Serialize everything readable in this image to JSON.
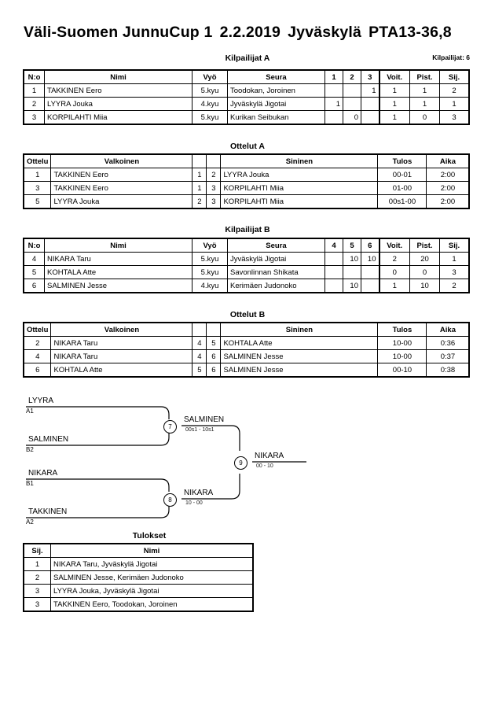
{
  "header": {
    "title_parts": [
      "Väli-Suomen JunnuCup 1",
      "2.2.2019",
      "Jyväskylä",
      "PTA13-36,8"
    ],
    "entrant_count": "Kilpailijat: 6"
  },
  "pool_a": {
    "title": "Kilpailijat A",
    "columns": [
      "N:o",
      "Nimi",
      "Vyö",
      "Seura",
      "1",
      "2",
      "3",
      "Voit.",
      "Pist.",
      "Sij."
    ],
    "rows": [
      {
        "no": "1",
        "name": "TAKKINEN Eero",
        "belt": "5.kyu",
        "club": "Toodokan, Joroinen",
        "s1": "",
        "s2": "",
        "s3": "1",
        "wins": "1",
        "points": "1",
        "rank": "2"
      },
      {
        "no": "2",
        "name": "LYYRA Jouka",
        "belt": "4.kyu",
        "club": "Jyväskylä Jigotai",
        "s1": "1",
        "s2": "",
        "s3": "",
        "wins": "1",
        "points": "1",
        "rank": "1"
      },
      {
        "no": "3",
        "name": "KORPILAHTI Miia",
        "belt": "5.kyu",
        "club": "Kurikan Seibukan",
        "s1": "",
        "s2": "0",
        "s3": "",
        "wins": "1",
        "points": "0",
        "rank": "3"
      }
    ]
  },
  "matches_a": {
    "title": "Ottelut A",
    "columns": [
      "Ottelu",
      "Valkoinen",
      "",
      "",
      "Sininen",
      "Tulos",
      "Aika"
    ],
    "rows": [
      {
        "no": "1",
        "white": "TAKKINEN Eero",
        "wn": "1",
        "bn": "2",
        "blue": "LYYRA Jouka",
        "result": "00-01",
        "time": "2:00"
      },
      {
        "no": "3",
        "white": "TAKKINEN Eero",
        "wn": "1",
        "bn": "3",
        "blue": "KORPILAHTI Miia",
        "result": "01-00",
        "time": "2:00"
      },
      {
        "no": "5",
        "white": "LYYRA Jouka",
        "wn": "2",
        "bn": "3",
        "blue": "KORPILAHTI Miia",
        "result": "00s1-00",
        "time": "2:00"
      }
    ]
  },
  "pool_b": {
    "title": "Kilpailijat B",
    "columns": [
      "N:o",
      "Nimi",
      "Vyö",
      "Seura",
      "4",
      "5",
      "6",
      "Voit.",
      "Pist.",
      "Sij."
    ],
    "rows": [
      {
        "no": "4",
        "name": "NIKARA Taru",
        "belt": "5.kyu",
        "club": "Jyväskylä Jigotai",
        "s1": "",
        "s2": "10",
        "s3": "10",
        "wins": "2",
        "points": "20",
        "rank": "1"
      },
      {
        "no": "5",
        "name": "KOHTALA Atte",
        "belt": "5.kyu",
        "club": "Savonlinnan Shikata",
        "s1": "",
        "s2": "",
        "s3": "",
        "wins": "0",
        "points": "0",
        "rank": "3"
      },
      {
        "no": "6",
        "name": "SALMINEN Jesse",
        "belt": "4.kyu",
        "club": "Kerimäen Judonoko",
        "s1": "",
        "s2": "10",
        "s3": "",
        "wins": "1",
        "points": "10",
        "rank": "2"
      }
    ]
  },
  "matches_b": {
    "title": "Ottelut B",
    "columns": [
      "Ottelu",
      "Valkoinen",
      "",
      "",
      "Sininen",
      "Tulos",
      "Aika"
    ],
    "rows": [
      {
        "no": "2",
        "white": "NIKARA Taru",
        "wn": "4",
        "bn": "5",
        "blue": "KOHTALA Atte",
        "result": "10-00",
        "time": "0:36"
      },
      {
        "no": "4",
        "white": "NIKARA Taru",
        "wn": "4",
        "bn": "6",
        "blue": "SALMINEN Jesse",
        "result": "10-00",
        "time": "0:37"
      },
      {
        "no": "6",
        "white": "KOHTALA Atte",
        "wn": "5",
        "bn": "6",
        "blue": "SALMINEN Jesse",
        "result": "00-10",
        "time": "0:38"
      }
    ]
  },
  "bracket": {
    "entrants": [
      {
        "name": "LYYRA",
        "seed": "A1"
      },
      {
        "name": "SALMINEN",
        "seed": "B2"
      },
      {
        "name": "NIKARA",
        "seed": "B1"
      },
      {
        "name": "TAKKINEN",
        "seed": "A2"
      }
    ],
    "nodes": [
      {
        "no": "7",
        "winner": "SALMINEN",
        "score": "00s1 - 10s1"
      },
      {
        "no": "8",
        "winner": "NIKARA",
        "score": "10 - 00"
      },
      {
        "no": "9",
        "winner": "NIKARA",
        "score": "00 - 10"
      }
    ]
  },
  "results": {
    "title": "Tulokset",
    "columns": [
      "Sij.",
      "Nimi"
    ],
    "rows": [
      {
        "rank": "1",
        "name": "NIKARA Taru, Jyväskylä Jigotai"
      },
      {
        "rank": "2",
        "name": "SALMINEN Jesse, Kerimäen Judonoko"
      },
      {
        "rank": "3",
        "name": "LYYRA Jouka, Jyväskylä Jigotai"
      },
      {
        "rank": "3",
        "name": "TAKKINEN Eero, Toodokan, Joroinen"
      }
    ]
  }
}
